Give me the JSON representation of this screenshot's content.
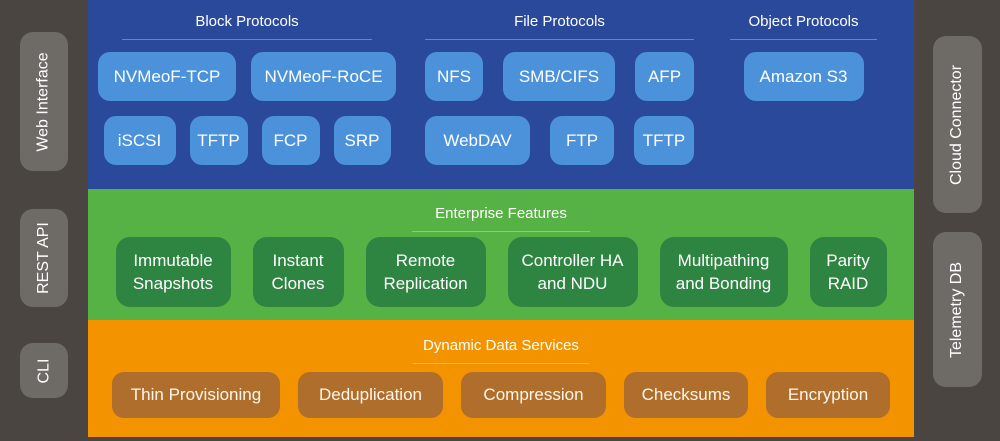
{
  "colors": {
    "background": "#4a4540",
    "rail_box": "#6e6a66",
    "block_section_bg": "#2a499b",
    "protocol_pill": "#4b92da",
    "enterprise_section_bg": "#57b246",
    "feature_pill": "#2e8441",
    "dds_section_bg": "#f39300",
    "dds_pill": "#af6e2c",
    "text": "#ffffff"
  },
  "left_rail": {
    "items": [
      {
        "label": "Web Interface"
      },
      {
        "label": "REST API"
      },
      {
        "label": "CLI"
      }
    ]
  },
  "right_rail": {
    "items": [
      {
        "label": "Cloud Connector"
      },
      {
        "label": "Telemetry DB"
      }
    ]
  },
  "block_protocols": {
    "title": "Block Protocols",
    "row1": [
      "NVMeoF-TCP",
      "NVMeoF-RoCE"
    ],
    "row2": [
      "iSCSI",
      "TFTP",
      "FCP",
      "SRP"
    ]
  },
  "file_protocols": {
    "title": "File Protocols",
    "row1": [
      "NFS",
      "SMB/CIFS",
      "AFP"
    ],
    "row2": [
      "WebDAV",
      "FTP",
      "TFTP"
    ]
  },
  "object_protocols": {
    "title": "Object Protocols",
    "row1": [
      "Amazon S3"
    ]
  },
  "enterprise_features": {
    "title": "Enterprise Features",
    "items": [
      "Immutable Snapshots",
      "Instant Clones",
      "Remote Replication",
      "Controller HA and NDU",
      "Multipathing and Bonding",
      "Parity RAID"
    ]
  },
  "dynamic_data_services": {
    "title": "Dynamic Data Services",
    "items": [
      "Thin Provisioning",
      "Deduplication",
      "Compression",
      "Checksums",
      "Encryption"
    ]
  }
}
